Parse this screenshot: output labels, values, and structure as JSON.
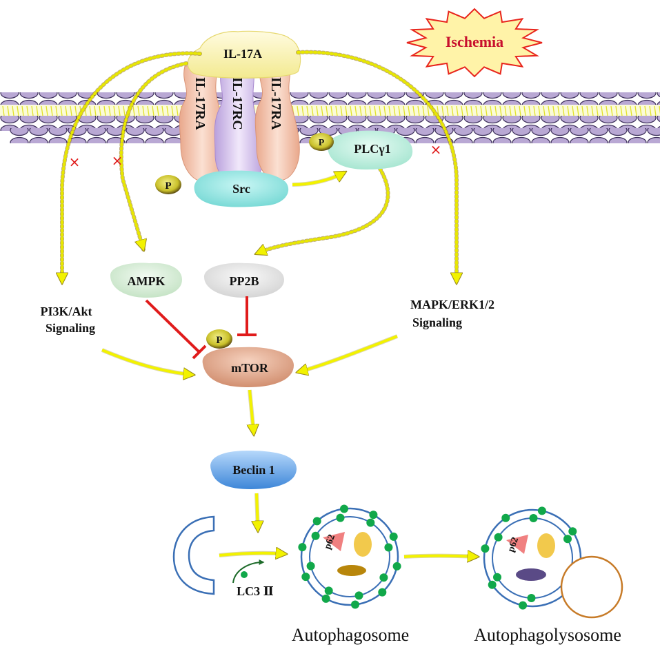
{
  "labels": {
    "ischemia": "Ischemia",
    "il17a": "IL-17A",
    "il17ra_left": "IL-17RA",
    "il17rc": "IL-17RC",
    "il17ra_right": "IL-17RA",
    "phospho": "P",
    "src": "Src",
    "plcg1": "PLCγ1",
    "ampk": "AMPK",
    "pp2b": "PP2B",
    "pi3k_line1": "PI3K/Akt",
    "pi3k_line2": "Signaling",
    "mapk_line1": "MAPK/ERK1/2",
    "mapk_line2": "Signaling",
    "mtor": "mTOR",
    "beclin": "Beclin 1",
    "p62": "p62",
    "lc3": "LC3 Ⅱ",
    "autophagosome": "Autophagosome",
    "autophagolysosome": "Autophagolysosome",
    "block_mark": "×"
  },
  "colors": {
    "arrow": "#f2f200",
    "inhibition": "#e01b1b",
    "ischemia_fill": "#fff3a8",
    "ischemia_stroke": "#e8241c",
    "ischemia_text": "#c8102e",
    "il17a": "#f9f3a6",
    "receptor_ra": "#f6c6b0",
    "receptor_rc": "#d8c8ec",
    "src": "#8fe3e0",
    "plcg1": "#bff0e0",
    "ampk": "#d6ecd6",
    "pp2b": "#e3e3e3",
    "mtor": "#e3a88a",
    "beclin": "#5aa0e6",
    "membrane_head": "#b7a6d0",
    "membrane_tail": "#e8e83a",
    "vesicle": "#3a6fb5",
    "lc3_dot": "#11a84a",
    "p62": "#f08080",
    "lysosome": "#c77b28"
  }
}
